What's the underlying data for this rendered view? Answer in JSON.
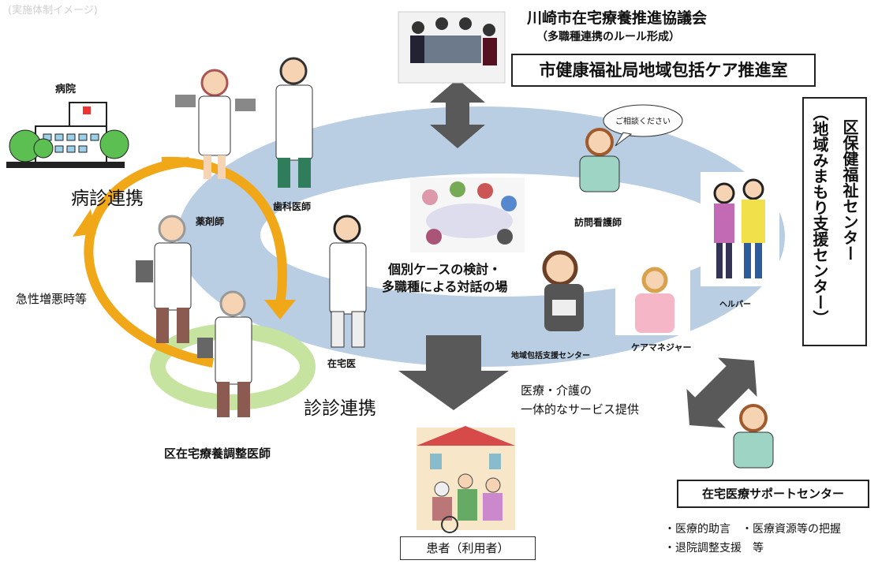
{
  "header_faint": "(実施体制イメージ)",
  "council": {
    "title": "川崎市在宅療養推進協議会",
    "subtitle": "（多職種連携のルール形成）"
  },
  "office": "市健康福祉局地域包括ケア推進室",
  "hospital": "病院",
  "hospital_clinic_link": "病診連携",
  "clinic_clinic_link": "診診連携",
  "acute": "急性増悪時等",
  "roles": {
    "pharmacist": "薬剤師",
    "dentist": "歯科医師",
    "home_doctor": "在宅医",
    "coordinating_doctor": "区在宅療養調整医師",
    "visiting_nurse": "訪問看護師",
    "helper": "ヘルパー",
    "care_manager": "ケアマネジャー",
    "community_center": "地域包括支援センター"
  },
  "speech": "ご相談ください",
  "case_meeting": {
    "line1": "個別ケースの検討・",
    "line2": "多職種による対話の場"
  },
  "ward_center": "区保健福祉センター",
  "ward_center_sub": "（地域みまもり支援センター）",
  "service": {
    "line1": "医療・介護の",
    "line2": "一体的なサービス提供"
  },
  "patient": "患者（利用者）",
  "support_center": "在宅医療サポートセンター",
  "support_items": {
    "line1": "・医療的助言　・医療資源等の把握",
    "line2": "・退院調整支援　等"
  },
  "colors": {
    "ring": "#b9cde3",
    "ring_inner": "#ffffff",
    "arrow": "#595959",
    "orange": "#f0a818",
    "green": "#c6e3a0",
    "coat": "#ffffff",
    "hospital": "#9ed59a"
  }
}
